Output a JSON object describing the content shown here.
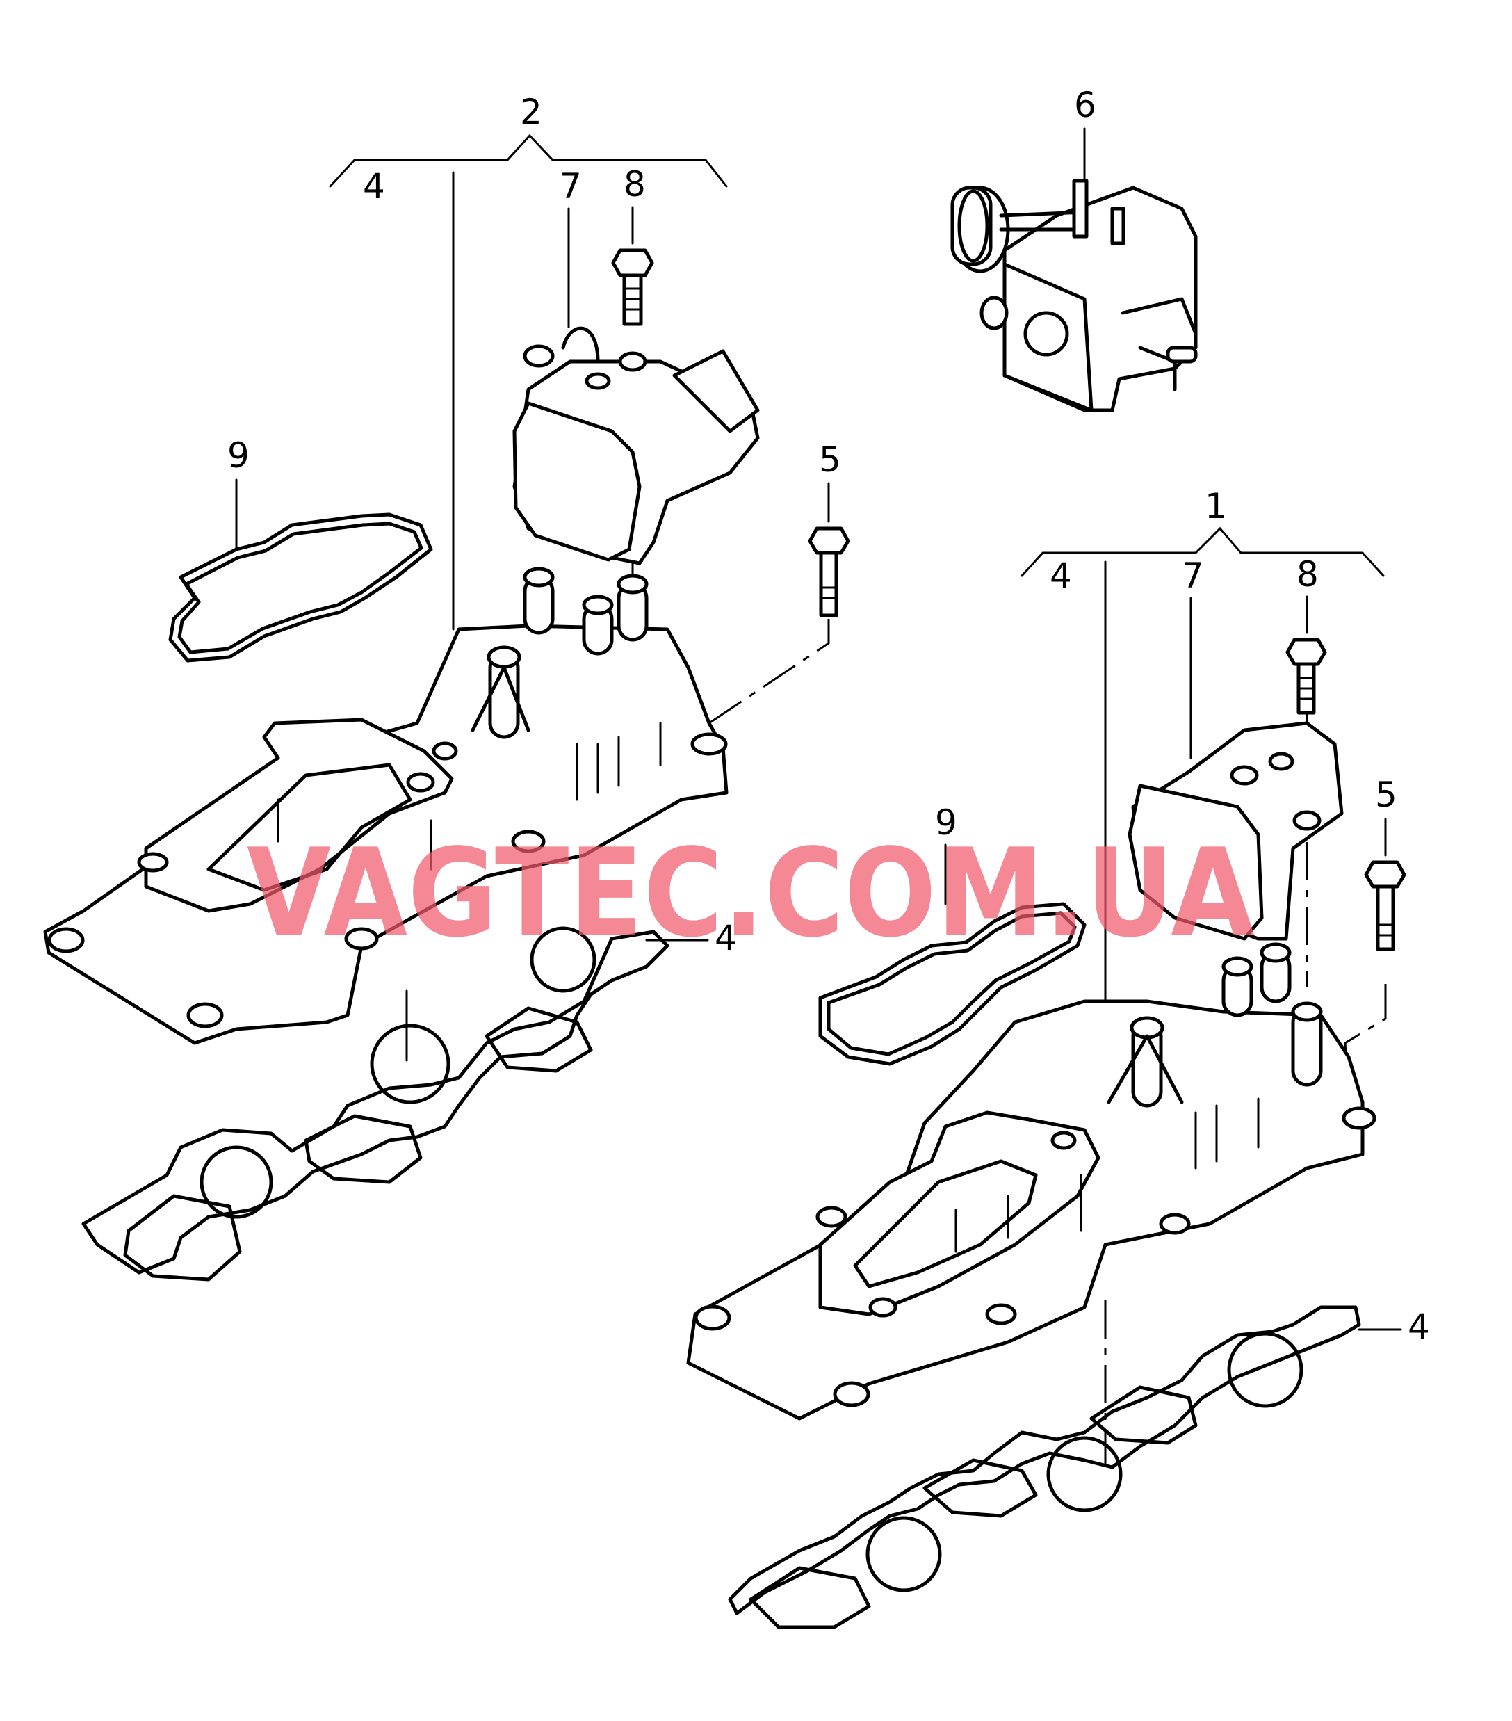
{
  "callouts": {
    "group_left": "2",
    "group_right": "1",
    "sensor_assembly": "6",
    "left_manifold": "4",
    "left_actuator": "7",
    "left_bolt_small": "8",
    "left_bolt": "5",
    "left_gasket_cover": "9",
    "left_gasket_side": "4",
    "right_manifold": "4",
    "right_actuator": "7",
    "right_bolt_small": "8",
    "right_bolt": "5",
    "right_gasket_cover": "9",
    "right_gasket_side": "4"
  },
  "watermark": "VAGTEC.COM.UA"
}
